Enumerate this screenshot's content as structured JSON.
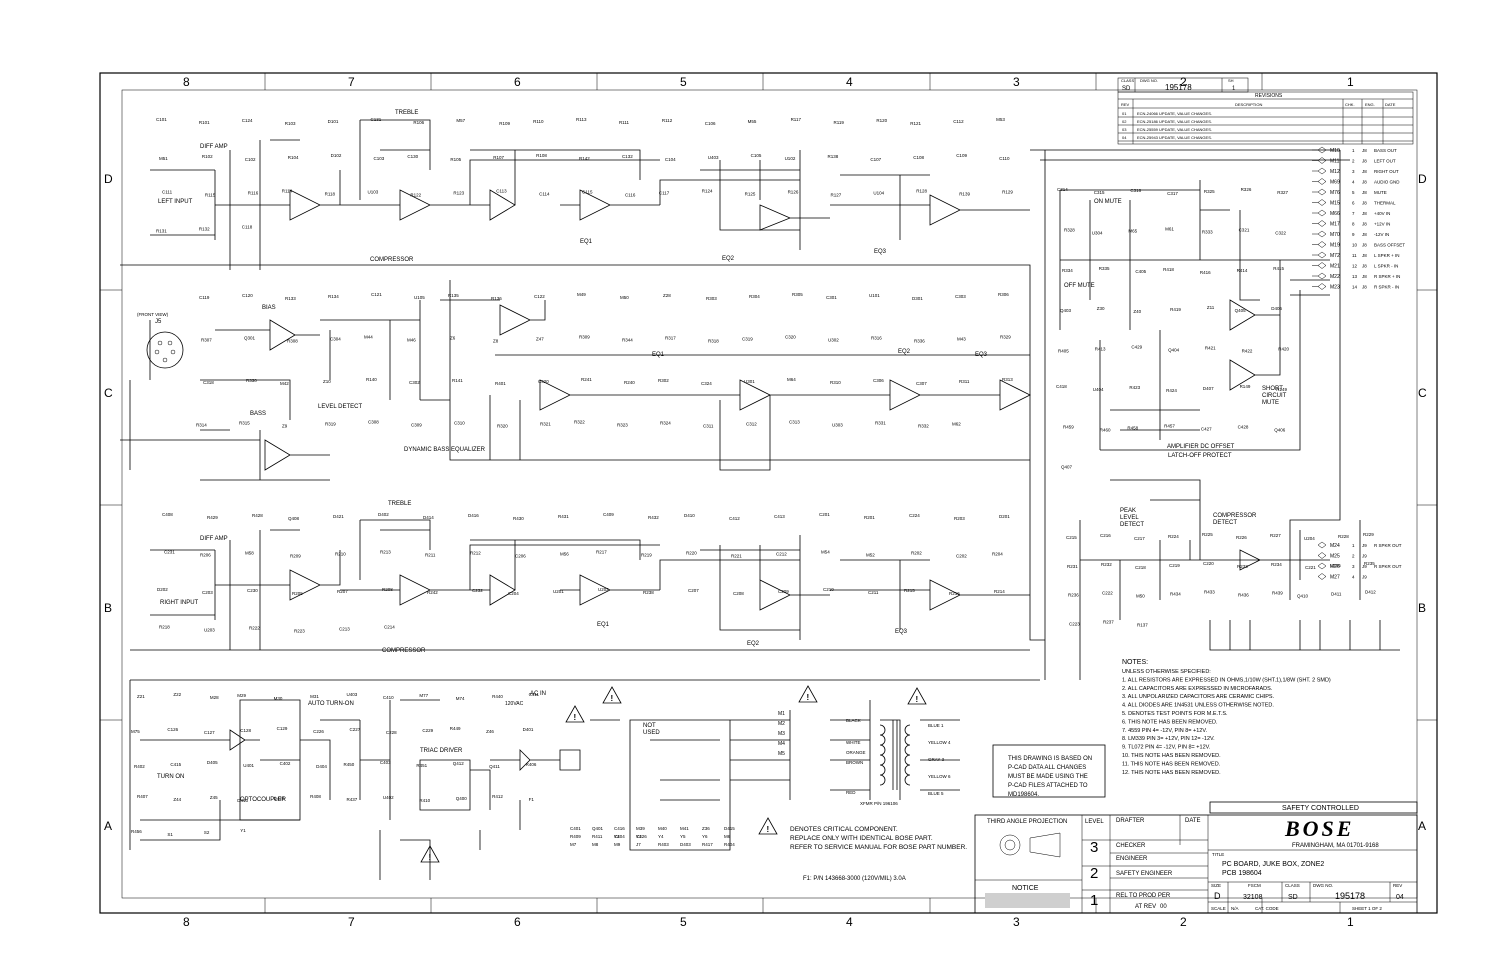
{
  "zones": {
    "columns": [
      "8",
      "7",
      "6",
      "5",
      "4",
      "3",
      "2",
      "1"
    ],
    "rows": [
      "D",
      "C",
      "B",
      "A"
    ]
  },
  "header": {
    "class_label": "CLASS",
    "class_value": "SD",
    "dwg_label": "DWG NO.",
    "dwg_value": "195178",
    "sh_label": "SH",
    "sh_value": "1"
  },
  "revisions": {
    "title": "REVISIONS",
    "columns": [
      "REV",
      "DESCRIPTION",
      "CHK.",
      "ENG.",
      "DATE"
    ],
    "rows": [
      {
        "rev": "01",
        "desc": "ECN-24066 UPDATE, VALUE CHANGES."
      },
      {
        "rev": "02",
        "desc": "ECN-25186 UPDATE, VALUE CHANGES."
      },
      {
        "rev": "03",
        "desc": "ECN-25559 UPDATE, VALUE CHANGES."
      },
      {
        "rev": "04",
        "desc": "ECN-25943 UPDATE, VALUE CHANGES."
      }
    ]
  },
  "blocks": {
    "treble_top": "TREBLE",
    "diff_amp_top": "DIFF AMP",
    "left_input": "LEFT INPUT",
    "compressor_top": "COMPRESSOR",
    "eq1_top": "EQ1",
    "eq2_top": "EQ2",
    "eq3_top": "EQ3",
    "bias": "BIAS",
    "level_detect": "LEVEL DETECT",
    "bass": "BASS",
    "dynamic_bass": "DYNAMIC BASS EQUALIZER",
    "eq1_mid": "EQ1",
    "eq2_mid": "EQ2",
    "eq3_mid": "EQ3",
    "front_view": "(FRONT VIEW)",
    "j5": "J5",
    "on_mute": "ON MUTE",
    "off_mute": "OFF MUTE",
    "short_circuit": "SHORT\nCIRCUIT\nMUTE",
    "amp_dc_offset": "AMPLIFIER DC OFFSET",
    "latch_off": "LATCH-OFF PROTECT",
    "peak_level": "PEAK\nLEVEL\nDETECT",
    "compressor_detect": "COMPRESSOR\nDETECT",
    "treble_bot": "TREBLE",
    "diff_amp_bot": "DIFF AMP",
    "right_input": "RIGHT INPUT",
    "compressor_bot": "COMPRESSOR",
    "eq1_bot": "EQ1",
    "eq2_bot": "EQ2",
    "eq3_bot": "EQ3",
    "auto_turn_on": "AUTO TURN-ON",
    "optocoupler": "OPTOCOUPLER",
    "turn_on": "TURN ON",
    "triac_driver": "TRIAC DRIVER",
    "ac_in": "AC IN",
    "v120": "120VAC",
    "not_used": "NOT\nUSED",
    "xfmr": "XFMR P/N 196106"
  },
  "connector_j8": [
    {
      "pin": "M10",
      "n": "1",
      "label": "BASS OUT"
    },
    {
      "pin": "M11",
      "n": "2",
      "label": "LEFT OUT"
    },
    {
      "pin": "M12",
      "n": "3",
      "label": "RIGHT OUT"
    },
    {
      "pin": "M69",
      "n": "4",
      "label": "AUDIO GND"
    },
    {
      "pin": "M76",
      "n": "5",
      "label": "MUTE"
    },
    {
      "pin": "M15",
      "n": "6",
      "label": "THERMAL"
    },
    {
      "pin": "M66",
      "n": "7",
      "label": "+40V IN"
    },
    {
      "pin": "M17",
      "n": "8",
      "label": "+12V IN"
    },
    {
      "pin": "M70",
      "n": "9",
      "label": "-12V IN"
    },
    {
      "pin": "M19",
      "n": "10",
      "label": "BASS OFFSET"
    },
    {
      "pin": "M72",
      "n": "11",
      "label": "L SPKR + IN"
    },
    {
      "pin": "M21",
      "n": "12",
      "label": "L SPKR - IN"
    },
    {
      "pin": "M22",
      "n": "13",
      "label": "R SPKR + IN"
    },
    {
      "pin": "M23",
      "n": "14",
      "label": "R SPKR - IN"
    }
  ],
  "connector_j9": [
    {
      "pin": "M24",
      "n": "1",
      "label": "R SPKR OUT"
    },
    {
      "pin": "M25",
      "n": "2",
      "label": ""
    },
    {
      "pin": "M26",
      "n": "3",
      "label": "R SPKR OUT"
    },
    {
      "pin": "M27",
      "n": "4",
      "label": ""
    }
  ],
  "transformer_leads": [
    "BLACK",
    "WHITE",
    "ORANGE",
    "BROWN",
    "RED"
  ],
  "secondary_leads": [
    "BLUE 1",
    "YELLOW 4",
    "GRAY 3",
    "YELLOW 6",
    "BLUE 5"
  ],
  "components": [
    "C101",
    "R101",
    "C124",
    "R103",
    "D101",
    "C131",
    "R106",
    "M57",
    "R109",
    "R110",
    "R113",
    "R111",
    "R112",
    "C106",
    "M55",
    "R117",
    "R119",
    "R120",
    "R121",
    "C112",
    "M53",
    "M51",
    "R102",
    "C102",
    "R104",
    "D102",
    "C103",
    "C130",
    "R105",
    "R107",
    "R108",
    "R142",
    "C132",
    "C104",
    "U403",
    "C105",
    "U102",
    "R138",
    "C107",
    "C108",
    "C109",
    "C110",
    "C111",
    "R115",
    "R116",
    "R114",
    "R118",
    "U103",
    "R122",
    "R123",
    "C113",
    "C114",
    "C115",
    "C116",
    "C117",
    "R124",
    "R125",
    "R126",
    "R127",
    "U104",
    "R128",
    "R139",
    "R129",
    "R131",
    "R132",
    "C118",
    "C119",
    "C120",
    "R133",
    "R134",
    "C121",
    "U105",
    "R135",
    "R136",
    "C122",
    "M49",
    "M50",
    "Z28",
    "R303",
    "R304",
    "R305",
    "C301",
    "U101",
    "D301",
    "C303",
    "R306",
    "R307",
    "Q301",
    "R308",
    "C304",
    "M44",
    "M46",
    "Z6",
    "Z8",
    "Z47",
    "R309",
    "R344",
    "R317",
    "R318",
    "C319",
    "C320",
    "U302",
    "R316",
    "R336",
    "M43",
    "R329",
    "C318",
    "R330",
    "M42",
    "Z10",
    "R140",
    "C302",
    "R141",
    "R401",
    "C420",
    "R241",
    "R240",
    "R302",
    "C324",
    "U301",
    "M64",
    "R310",
    "C306",
    "C307",
    "R311",
    "R313",
    "R314",
    "R315",
    "Z9",
    "R319",
    "C308",
    "C309",
    "C310",
    "R320",
    "R321",
    "R322",
    "R323",
    "R324",
    "C311",
    "C312",
    "C313",
    "U303",
    "R331",
    "R332",
    "M62",
    "C314",
    "C315",
    "C316",
    "C317",
    "R325",
    "R326",
    "R327",
    "R328",
    "U304",
    "M65",
    "M61",
    "R333",
    "C321",
    "C322",
    "R334",
    "R335",
    "C405",
    "R418",
    "R416",
    "R414",
    "R415",
    "Q403",
    "Z30",
    "Z40",
    "R419",
    "Z11",
    "Q405",
    "D406",
    "R405",
    "R413",
    "C429",
    "Q404",
    "R421",
    "R422",
    "R420",
    "C418",
    "U404",
    "R423",
    "R424",
    "D407",
    "R149",
    "R249",
    "R459",
    "R460",
    "R458",
    "R457",
    "C427",
    "C428",
    "Q406",
    "Q407",
    "C408",
    "R429",
    "R428",
    "Q408",
    "D421",
    "D402",
    "D414",
    "D416",
    "R430",
    "R431",
    "C409",
    "R432",
    "D410",
    "C412",
    "C413",
    "C201",
    "R201",
    "C224",
    "R203",
    "D201",
    "C231",
    "R206",
    "M58",
    "R209",
    "R210",
    "R213",
    "R211",
    "R212",
    "C206",
    "M56",
    "R217",
    "R219",
    "R220",
    "R221",
    "C212",
    "M54",
    "M52",
    "R202",
    "C202",
    "R204",
    "D202",
    "C203",
    "C230",
    "R205",
    "R207",
    "R208",
    "R242",
    "C232",
    "C204",
    "U201",
    "U202",
    "R238",
    "C207",
    "C208",
    "C209",
    "C210",
    "C211",
    "R215",
    "R216",
    "R214",
    "R218",
    "U203",
    "R222",
    "R223",
    "C213",
    "C214",
    "C215",
    "C216",
    "C217",
    "R224",
    "R225",
    "R226",
    "R227",
    "U204",
    "R228",
    "R229",
    "R231",
    "R232",
    "C218",
    "C219",
    "C220",
    "R233",
    "R234",
    "C221",
    "U205",
    "R235",
    "R236",
    "C222",
    "M50",
    "R434",
    "R433",
    "R436",
    "R439",
    "Q410",
    "D411",
    "D412",
    "C223",
    "R237",
    "R137",
    "Z21",
    "Z22",
    "M28",
    "M29",
    "M30",
    "M31",
    "U403",
    "C410",
    "M77",
    "M74",
    "R440",
    "C411",
    "M75",
    "C126",
    "C127",
    "C128",
    "C129",
    "C226",
    "C227",
    "C228",
    "C229",
    "R449",
    "Z46",
    "D401",
    "R402",
    "C415",
    "D405",
    "U401",
    "C402",
    "D404",
    "R450",
    "C403",
    "R451",
    "Q412",
    "Q411",
    "R406",
    "R407",
    "Z44",
    "Z45",
    "D413",
    "D420",
    "R408",
    "R437",
    "U402",
    "R410",
    "Q400",
    "R412",
    "F1",
    "R456",
    "S1",
    "S2",
    "Y1",
    "Y2",
    "Y3",
    "Y4",
    "Y5",
    "Y6",
    "M6",
    "M7",
    "M8",
    "M9",
    "J7",
    "R403",
    "D403",
    "R417",
    "R404",
    "C401",
    "Q401",
    "C416",
    "M39",
    "M40",
    "M41",
    "Z36",
    "D415",
    "R409",
    "R411",
    "C404",
    "C426"
  ],
  "notes": {
    "title": "NOTES:",
    "lines": [
      "UNLESS OTHERWISE SPECIFIED:",
      "1. ALL RESISTORS ARE EXPRESSED IN OHMS,1/10W (SHT.1),1/8W (SHT. 2 SMD)",
      "2. ALL CAPACITORS ARE EXPRESSED IN MICROFARADS.",
      "3. ALL UNPOLARIZED CAPACITORS ARE CERAMIC CHIPS.",
      "4. ALL DIODES ARE 1N4531 UNLESS OTHERWISE NOTED.",
      "5.      DENOTES TEST POINTS FOR M.E.T.S.",
      "6. THIS NOTE HAS BEEN REMOVED.",
      "7. 4559 PIN 4= -12V, PIN 8= +12V.",
      "8. LM339 PIN 3= +12V, PIN 12= -12V.",
      "9. TL072 PIN 4= -12V, PIN 8= +12V.",
      "10. THIS NOTE HAS BEEN REMOVED.",
      "11. THIS NOTE HAS BEEN REMOVED.",
      "12. THIS NOTE HAS BEEN REMOVED."
    ]
  },
  "pcad_notice": [
    "THIS DRAWING IS BASED ON",
    "P-CAD DATA ALL CHANGES",
    "MUST BE MADE USING THE",
    "P-CAD FILES ATTACHED TO",
    "MD198604."
  ],
  "critical": [
    "DENOTES CRITICAL COMPONENT.",
    "REPLACE ONLY WITH IDENTICAL BOSE PART.",
    "REFER TO SERVICE MANUAL FOR BOSE PART NUMBER."
  ],
  "fuse_note": "F1:   P/N 143668-3000 (120V/MIL) 3.0A",
  "title_block": {
    "third_angle": "THIRD ANGLE PROJECTION",
    "notice": "NOTICE",
    "level": "LEVEL",
    "levels": [
      "3",
      "2",
      "1"
    ],
    "drafter": "DRAFTER",
    "date": "DATE",
    "checker": "CHECKER",
    "engineer": "ENGINEER",
    "safety_engineer": "SAFETY ENGINEER",
    "rel_to_prod": "REL TO PROD PER",
    "at_rev": "AT REV",
    "at_rev_value": "00",
    "safety_controlled": "SAFETY CONTROLLED",
    "company": "BOSE",
    "location": "FRAMINGHAM, MA 01701-9168",
    "title_label": "TITLE",
    "title_line1": "PC BOARD, JUKE BOX, ZONE2",
    "title_line2": "PCB 198604",
    "size_label": "SIZE",
    "size_value": "D",
    "fscm_label": "FSCM",
    "fscm_value": "32108",
    "class_label": "CLASS",
    "class_value": "SD",
    "dwg_label": "DWG NO.",
    "dwg_value": "195178",
    "rev_label": "REV",
    "rev_value": "04",
    "scale": "SCALE",
    "na": "N/A",
    "cat_code": "CAT. CODE",
    "sheet": "SHEET 1 OF 2"
  },
  "colors": {
    "ink": "#000000",
    "paper": "#ffffff"
  }
}
